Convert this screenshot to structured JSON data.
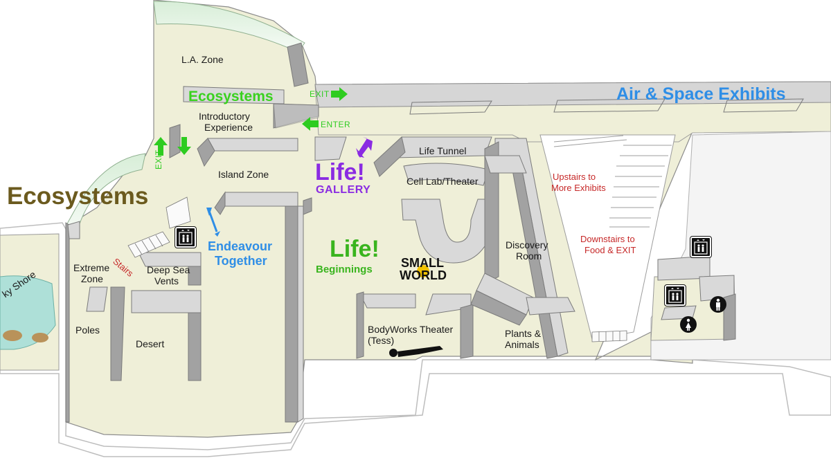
{
  "title": {
    "air_space": "Air & Space Exhibits",
    "ecosystems_big": "Ecosystems",
    "ecosystems_small": "Ecosystems"
  },
  "zones": {
    "la_zone": "L.A. Zone",
    "introductory": [
      "Introductory",
      "Experience"
    ],
    "island_zone": "Island Zone",
    "extreme_zone": [
      "Extreme",
      "Zone"
    ],
    "deep_sea": [
      "Deep Sea",
      "Vents"
    ],
    "poles": "Poles",
    "desert": "Desert",
    "rocky_shore": "ky Shore",
    "life_tunnel": "Life Tunnel",
    "cell_lab": "Cell Lab/Theater",
    "discovery_room": [
      "Discovery",
      "Room"
    ],
    "bodyworks": [
      "BodyWorks Theater",
      "(Tess)"
    ],
    "plants_animals": [
      "Plants &",
      "Animals"
    ]
  },
  "navigation": {
    "exit_top": "EXIT",
    "enter": "ENTER",
    "exit_side": "EXIT",
    "stairs": "Stairs",
    "upstairs": [
      "Upstairs to",
      "More Exhibits"
    ],
    "downstairs": [
      "Downstairs to",
      "Food & EXIT"
    ]
  },
  "brands": {
    "endeavour": [
      "Endeavour",
      "Together"
    ],
    "life_gallery": [
      "Life!",
      "GALLERY"
    ],
    "life_beginnings": [
      "Life!",
      "Beginnings"
    ],
    "small_world": [
      "SMALL",
      "WORLD"
    ]
  },
  "colors": {
    "floor": "#efefd8",
    "wall_top": "#d9d9d9",
    "wall_side": "#9a9a9a",
    "green": "#3ad11f",
    "blue": "#2f8ee6",
    "red": "#c62828",
    "purple": "#8a2be2",
    "life_green": "#39b41e"
  },
  "icons": [
    "elevator-icon",
    "restroom-man-icon",
    "restroom-woman-icon",
    "green-arrow-icon",
    "purple-double-arrow-icon",
    "blue-double-arrow-icon",
    "reclining-figure-icon"
  ]
}
